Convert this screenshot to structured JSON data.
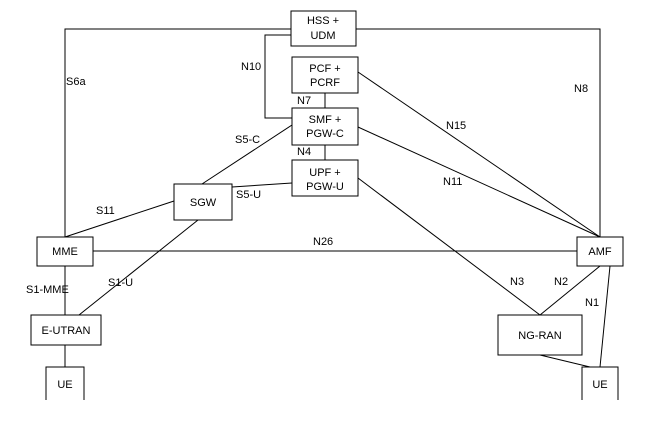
{
  "nodes": {
    "hss_udm": {
      "line1": "HSS +",
      "line2": "UDM"
    },
    "pcf_pcrf": {
      "line1": "PCF +",
      "line2": "PCRF"
    },
    "smf_pgwc": {
      "line1": "SMF +",
      "line2": "PGW-C"
    },
    "upf_pgwu": {
      "line1": "UPF +",
      "line2": "PGW-U"
    },
    "sgw": {
      "label": "SGW"
    },
    "mme": {
      "label": "MME"
    },
    "amf": {
      "label": "AMF"
    },
    "eutran": {
      "label": "E-UTRAN"
    },
    "ngran": {
      "label": "NG-RAN"
    },
    "ue_left": {
      "label": "UE"
    },
    "ue_right": {
      "label": "UE"
    }
  },
  "interfaces": {
    "n10": "N10",
    "s6a": "S6a",
    "n8": "N8",
    "n7": "N7",
    "n15": "N15",
    "s5c": "S5-C",
    "n4": "N4",
    "n11": "N11",
    "s5u": "S5-U",
    "s11": "S11",
    "n26": "N26",
    "s1u": "S1-U",
    "s1mme": "S1-MME",
    "n3": "N3",
    "n2": "N2",
    "n1": "N1"
  }
}
